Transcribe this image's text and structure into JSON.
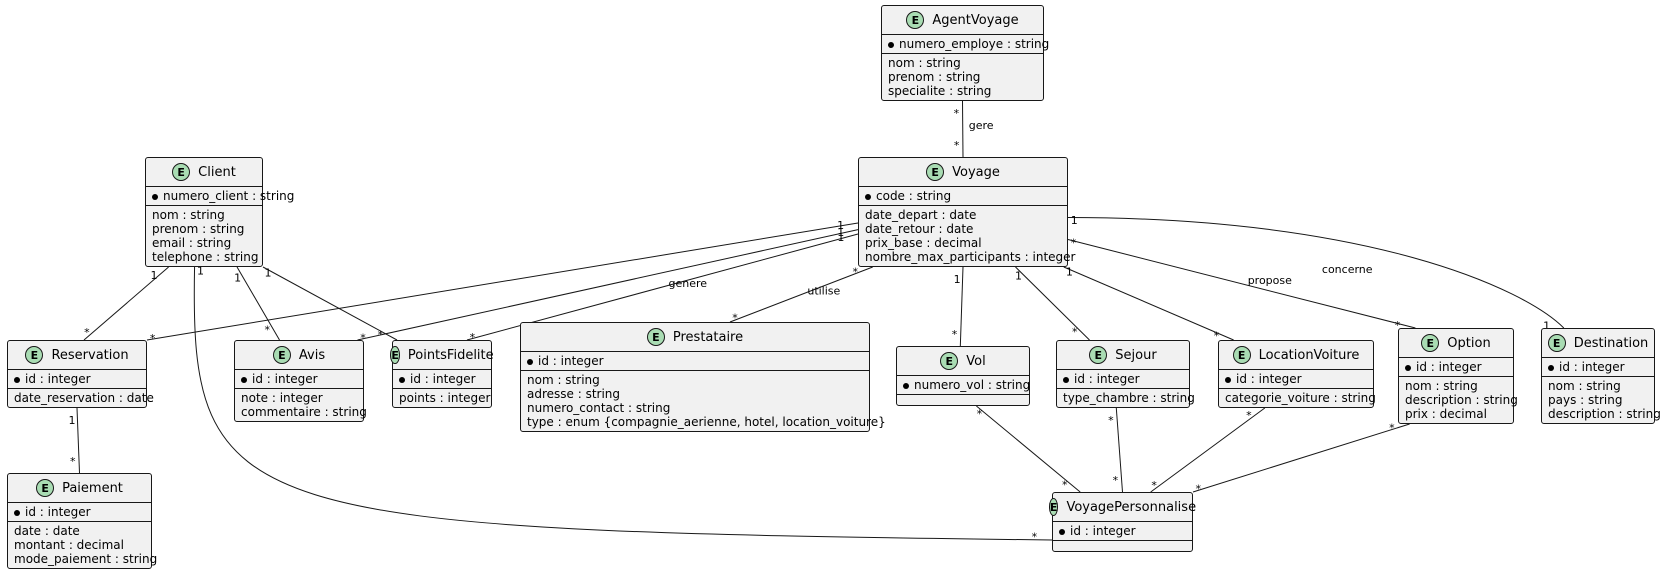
{
  "entities": {
    "agent": {
      "name": "AgentVoyage",
      "key": [
        "numero_employe : string"
      ],
      "attrs": [
        "nom : string",
        "prenom : string",
        "specialite : string"
      ]
    },
    "client": {
      "name": "Client",
      "key": [
        "numero_client : string"
      ],
      "attrs": [
        "nom : string",
        "prenom : string",
        "email : string",
        "telephone : string"
      ]
    },
    "voyage": {
      "name": "Voyage",
      "key": [
        "code : string"
      ],
      "attrs": [
        "date_depart : date",
        "date_retour : date",
        "prix_base : decimal",
        "nombre_max_participants : integer"
      ]
    },
    "reservation": {
      "name": "Reservation",
      "key": [
        "id : integer"
      ],
      "attrs": [
        "date_reservation : date"
      ]
    },
    "avis": {
      "name": "Avis",
      "key": [
        "id : integer"
      ],
      "attrs": [
        "note : integer",
        "commentaire : string"
      ]
    },
    "points": {
      "name": "PointsFidelite",
      "key": [
        "id : integer"
      ],
      "attrs": [
        "points : integer"
      ]
    },
    "prestataire": {
      "name": "Prestataire",
      "key": [
        "id : integer"
      ],
      "attrs": [
        "nom : string",
        "adresse : string",
        "numero_contact : string",
        "type : enum {compagnie_aerienne, hotel, location_voiture}"
      ]
    },
    "vol": {
      "name": "Vol",
      "key": [
        "numero_vol : string"
      ],
      "attrs": []
    },
    "sejour": {
      "name": "Sejour",
      "key": [
        "id : integer"
      ],
      "attrs": [
        "type_chambre : string"
      ]
    },
    "location": {
      "name": "LocationVoiture",
      "key": [
        "id : integer"
      ],
      "attrs": [
        "categorie_voiture : string"
      ]
    },
    "option": {
      "name": "Option",
      "key": [
        "id : integer"
      ],
      "attrs": [
        "nom : string",
        "description : string",
        "prix : decimal"
      ]
    },
    "destination": {
      "name": "Destination",
      "key": [
        "id : integer"
      ],
      "attrs": [
        "nom : string",
        "pays : string",
        "description : string"
      ]
    },
    "paiement": {
      "name": "Paiement",
      "key": [
        "id : integer"
      ],
      "attrs": [
        "date : date",
        "montant : decimal",
        "mode_paiement : string"
      ]
    },
    "vp": {
      "name": "VoyagePersonnalise",
      "key": [
        "id : integer"
      ],
      "attrs": []
    }
  },
  "relations": [
    {
      "from": "agent",
      "to": "voyage",
      "label": "gere",
      "c1": "*",
      "c2": "*"
    },
    {
      "from": "client",
      "to": "reservation",
      "label": "",
      "c1": "1",
      "c2": "*"
    },
    {
      "from": "client",
      "to": "avis",
      "label": "",
      "c1": "1",
      "c2": "*"
    },
    {
      "from": "client",
      "to": "points",
      "label": "",
      "c1": "1",
      "c2": "*"
    },
    {
      "from": "client",
      "to": "vp",
      "label": "",
      "c1": "1",
      "c2": "*"
    },
    {
      "from": "voyage",
      "to": "reservation",
      "label": "",
      "c1": "1",
      "c2": "*"
    },
    {
      "from": "voyage",
      "to": "avis",
      "label": "",
      "c1": "1",
      "c2": "*"
    },
    {
      "from": "voyage",
      "to": "points",
      "label": "genere",
      "c1": "1",
      "c2": "*"
    },
    {
      "from": "voyage",
      "to": "prestataire",
      "label": "utilise",
      "c1": "*",
      "c2": "*"
    },
    {
      "from": "voyage",
      "to": "vol",
      "label": "",
      "c1": "1",
      "c2": "*"
    },
    {
      "from": "voyage",
      "to": "sejour",
      "label": "",
      "c1": "1",
      "c2": "*"
    },
    {
      "from": "voyage",
      "to": "location",
      "label": "",
      "c1": "1",
      "c2": "*"
    },
    {
      "from": "voyage",
      "to": "option",
      "label": "propose",
      "c1": "*",
      "c2": "*"
    },
    {
      "from": "voyage",
      "to": "destination",
      "label": "concerne",
      "c1": "1",
      "c2": "1"
    },
    {
      "from": "reservation",
      "to": "paiement",
      "label": "",
      "c1": "1",
      "c2": "*"
    },
    {
      "from": "vol",
      "to": "vp",
      "label": "",
      "c1": "*",
      "c2": "*"
    },
    {
      "from": "sejour",
      "to": "vp",
      "label": "",
      "c1": "*",
      "c2": "*"
    },
    {
      "from": "location",
      "to": "vp",
      "label": "",
      "c1": "*",
      "c2": "*"
    },
    {
      "from": "option",
      "to": "vp",
      "label": "",
      "c1": "*",
      "c2": "*"
    }
  ]
}
